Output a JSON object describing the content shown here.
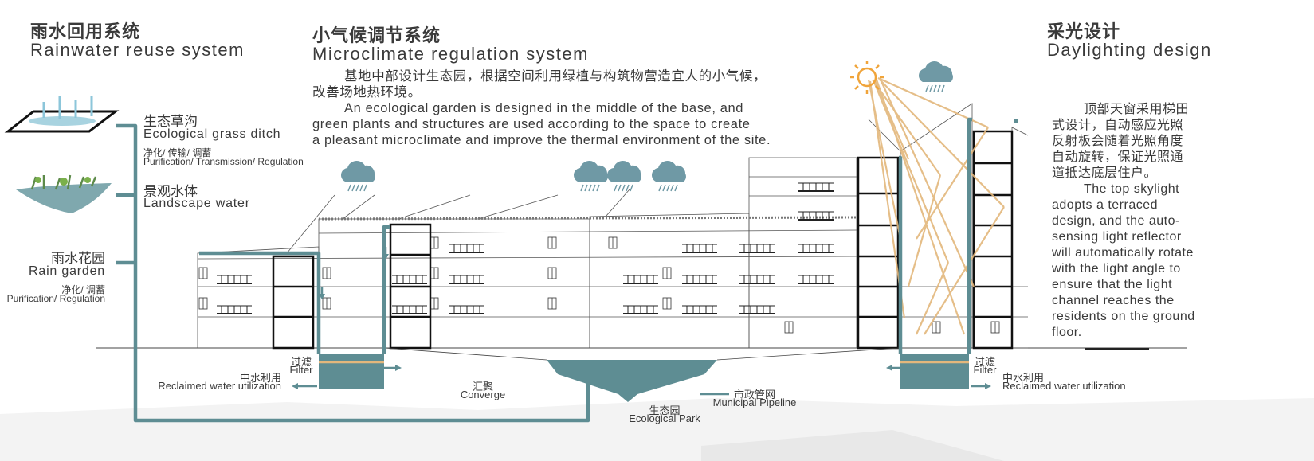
{
  "rainwater": {
    "title_cn": "雨水回用系统",
    "title_en": "Rainwater reuse system",
    "ditch_cn": "生态草沟",
    "ditch_en": "Ecological grass ditch",
    "ditch_sub_cn": "净化/ 传输/ 调蓄",
    "ditch_sub_en": "Purification/ Transmission/ Regulation",
    "landscape_cn": "景观水体",
    "landscape_en": "Landscape water",
    "garden_cn": "雨水花园",
    "garden_en": "Rain garden",
    "garden_sub_cn": "净化/ 调蓄",
    "garden_sub_en": "Purification/ Regulation"
  },
  "microclimate": {
    "title_cn": "小气候调节系统",
    "title_en": "Microclimate regulation system",
    "desc_cn_1": "基地中部设计生态园，根据空间利用绿植与构筑物营造宜人的小气候，",
    "desc_cn_2": "改善场地热环境。",
    "desc_en_1": "An ecological garden is designed in the middle of the base, and",
    "desc_en_2": "green plants and structures are used according to the space to create",
    "desc_en_3": "a pleasant microclimate and improve the thermal environment of the site."
  },
  "daylighting": {
    "title_cn": "采光设计",
    "title_en": "Daylighting design",
    "desc_cn": [
      "顶部天窗采用梯田",
      "式设计，自动感应光照",
      "反射板会随着光照角度",
      "自动旋转，保证光照通",
      "道抵达底层住户。"
    ],
    "desc_en": [
      "The top skylight",
      "adopts a terraced",
      "design, and the auto-",
      "sensing light reflector",
      "will automatically rotate",
      "with the light angle to",
      "ensure that the light",
      "channel reaches the",
      "residents on the ground",
      "floor."
    ]
  },
  "flow_labels": {
    "filter_cn": "过滤",
    "filter_en": "Filter",
    "reclaimed_cn": "中水利用",
    "reclaimed_en": "Reclaimed water utilization",
    "converge_cn": "汇聚",
    "converge_en": "Converge",
    "park_cn": "生态园",
    "park_en": "Ecological Park",
    "pipeline_cn": "市政管网",
    "pipeline_en": "Municipal Pipeline"
  },
  "colors": {
    "pipe": "#5e8d93",
    "sun": "#f0a43a",
    "ray": "#e3b77c",
    "cloud": "#6f99a5",
    "ink": "#3a3a3a"
  },
  "icons": [
    "rain-cloud-icon",
    "sun-icon",
    "grass-ditch-icon",
    "landscape-water-icon"
  ]
}
